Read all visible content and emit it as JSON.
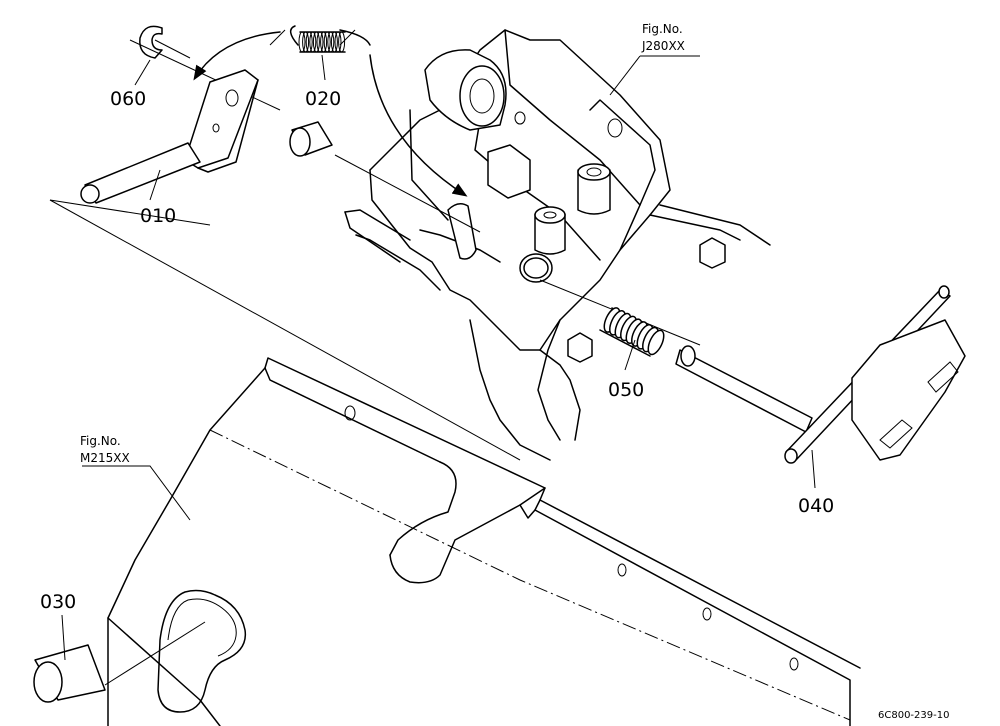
{
  "part_labels": {
    "p010": "010",
    "p020": "020",
    "p030": "030",
    "p040": "040",
    "p050": "050",
    "p060": "060"
  },
  "figure_refs": {
    "upper": {
      "line1": "Fig.No.",
      "line2": "J280XX"
    },
    "lower": {
      "line1": "Fig.No.",
      "line2": "M215XX"
    }
  },
  "drawing_code": "6C800-239-10"
}
